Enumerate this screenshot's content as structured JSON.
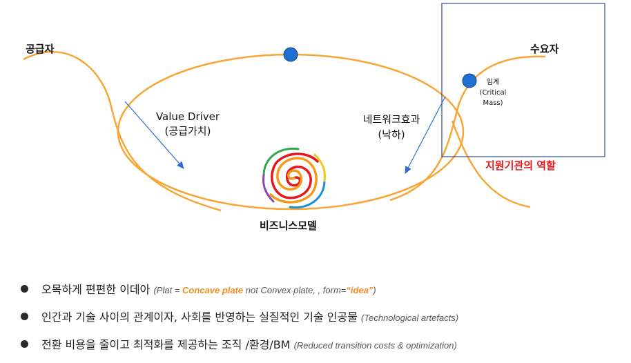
{
  "labels": {
    "supplier": "공급자",
    "demand": "수요자",
    "critical_1": "임계",
    "critical_2": "(Critical",
    "critical_3": "Mass)",
    "value_driver_1": "Value Driver",
    "value_driver_2": "(공급가치)",
    "network_1": "네트워크효과",
    "network_2": "(낙하)",
    "support": "지원기관의 역할",
    "business_model": "비즈니스모델"
  },
  "bullets": {
    "b1": {
      "text": "오목하게 편편한 이데아",
      "note_open": "(Plat = ",
      "note_concave": "Concave plate",
      "note_mid": " not Convex plate, , form=",
      "note_idea": "“idea”",
      "note_close": ")"
    },
    "b2": {
      "text": "인간과 기술 사이의 관계이자, 사회를 반영하는 실질적인 기술 인공물",
      "note": "(Technological artefacts)"
    },
    "b3": {
      "text": "전환 비용을 줄이고 최적화를 제공하는 조직 /환경/BM",
      "note": "(Reduced  transition costs & optimization)"
    }
  },
  "colors": {
    "curve": "#f7a535",
    "node": "#1f6fd1",
    "frame": "#2f4e8f",
    "support": "#e8161c",
    "accent": "#f28c1e"
  },
  "icons": {
    "swirl": "colorful-swirl-icon"
  }
}
